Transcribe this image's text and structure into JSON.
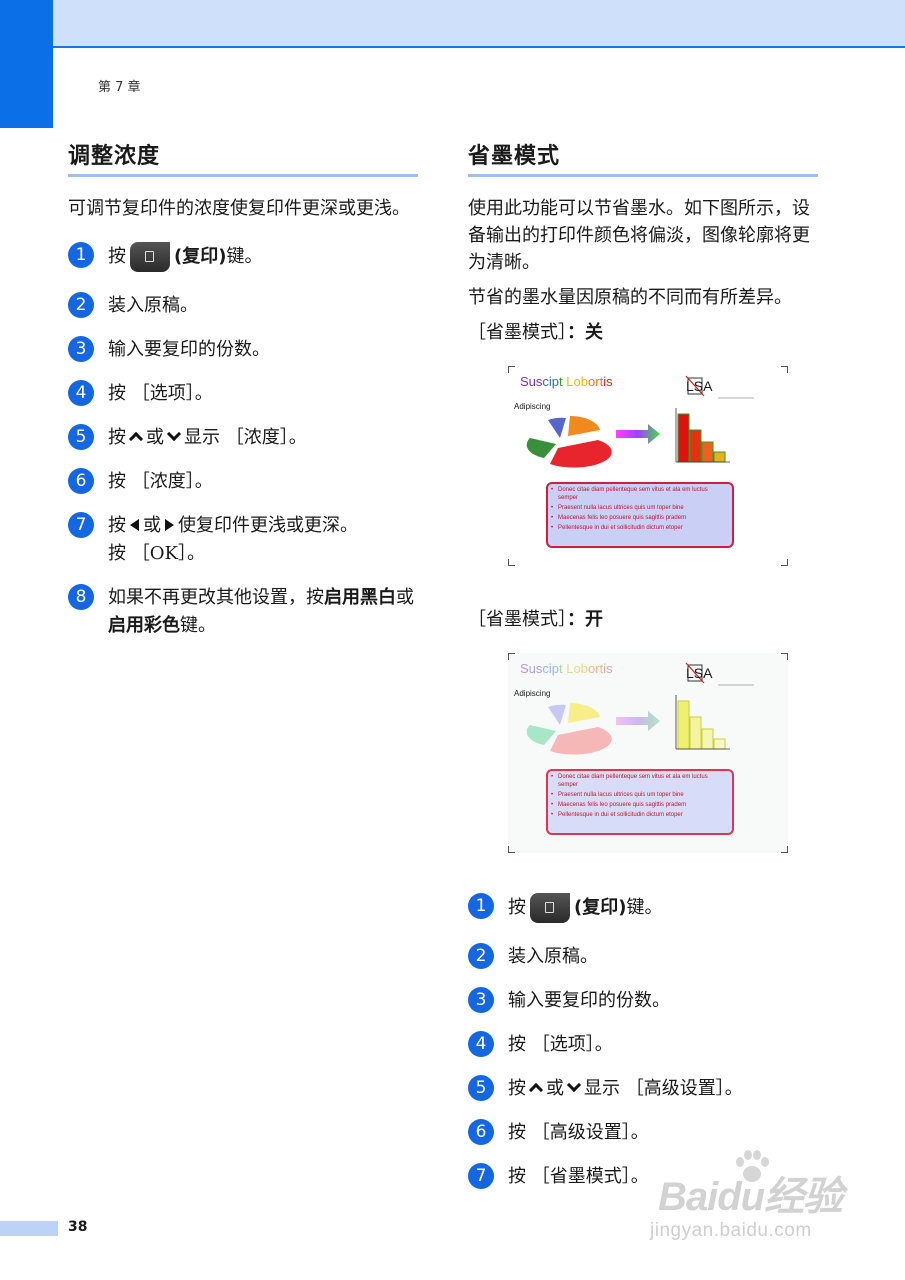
{
  "chapter": "第 7 章",
  "page_number": "38",
  "left": {
    "title": "调整浓度",
    "intro": "可调节复印件的浓度使复印件更深或更浅。",
    "steps": [
      {
        "num": "1",
        "a": "按",
        "key": "(复印)",
        "b": "键。"
      },
      {
        "num": "2",
        "text": "装入原稿。"
      },
      {
        "num": "3",
        "text": "输入要复印的份数。"
      },
      {
        "num": "4",
        "a": "按",
        "kw": "［选项］",
        "b": "。"
      },
      {
        "num": "5",
        "a": "按",
        "or": "或",
        "c": "显示",
        "kw": "［浓度］",
        "b": "。"
      },
      {
        "num": "6",
        "a": "按",
        "kw": "［浓度］",
        "b": "。"
      },
      {
        "num": "7",
        "a": "按",
        "or": "或",
        "c": "使复印件更浅或更深。",
        "line2a": "按",
        "kw": "［OK］",
        "b": "。"
      },
      {
        "num": "8",
        "a": "如果不再更改其他设置，按",
        "bold1": "启用黑白",
        "or": "或",
        "bold2": "启用彩色",
        "b": "键。"
      }
    ]
  },
  "right": {
    "title": "省墨模式",
    "intro": "使用此功能可以节省墨水。如下图所示，设备输出的打印件颜色将偏淡，图像轮廓将更为清晰。",
    "note": "节省的墨水量因原稿的不同而有所差异。",
    "off_label_kw": "［省墨模式］",
    "off_label_tail": "：关",
    "on_label_kw": "［省墨模式］",
    "on_label_tail": "：开",
    "steps": [
      {
        "num": "1",
        "a": "按",
        "key": "(复印)",
        "b": "键。"
      },
      {
        "num": "2",
        "text": "装入原稿。"
      },
      {
        "num": "3",
        "text": "输入要复印的份数。"
      },
      {
        "num": "4",
        "a": "按",
        "kw": "［选项］",
        "b": "。"
      },
      {
        "num": "5",
        "a": "按",
        "or": "或",
        "c": "显示",
        "kw": "［高级设置］",
        "b": "。"
      },
      {
        "num": "6",
        "a": "按",
        "kw": "［高级设置］",
        "b": "。"
      },
      {
        "num": "7",
        "a": "按",
        "kw": "［省墨模式］",
        "b": "。"
      }
    ]
  },
  "sample": {
    "title": "Suscipt Lobortis",
    "logo": "LSA",
    "pie_label": "Adipiscing",
    "bullets": [
      "Donec citae diam pellenteque sem vitus et ala em luctus semper",
      "Praesent nulla lacus ultrices quis um toper bine",
      "Maecenas felis leo posuere quis sagittis pradem",
      "Pellentesque in dui et sollicitudin dictum etoper"
    ],
    "colors_normal": [
      "#3a8f3a",
      "#5566cc",
      "#f08a1e",
      "#e8242c",
      "#cc1111"
    ],
    "colors_saving": [
      "#a8e6c8",
      "#c7c9f5",
      "#f7ee8a",
      "#f6b7b7",
      "#e07070"
    ]
  },
  "watermark": {
    "logo": "Baidu经验",
    "url": "jingyan.baidu.com"
  }
}
